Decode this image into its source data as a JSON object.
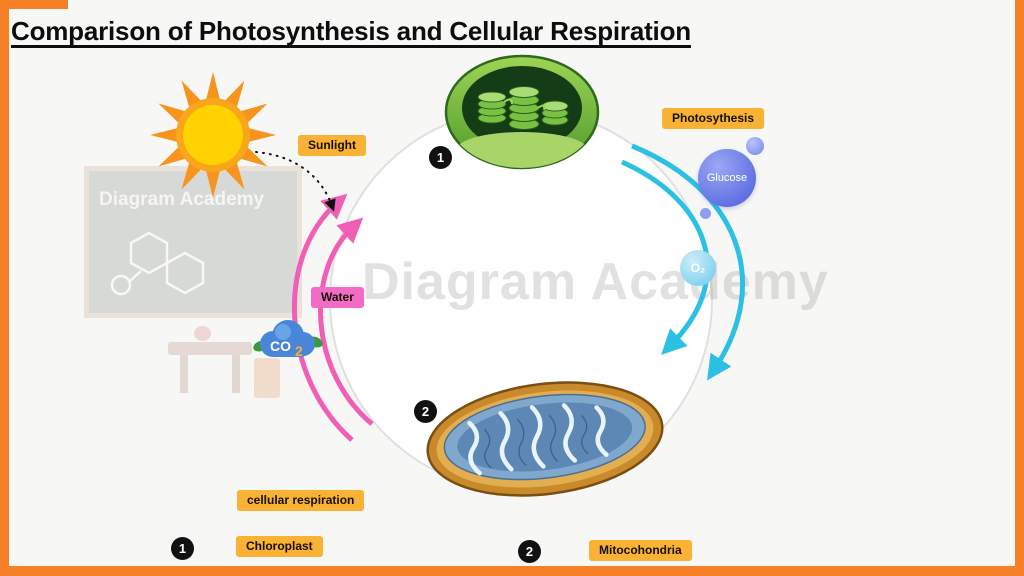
{
  "page": {
    "title": "Comparison of Photosynthesis and Cellular Respiration"
  },
  "watermark": {
    "main": "Diagram Academy",
    "board": "Diagram Academy"
  },
  "process_labels": {
    "photosynthesis": "Photosythesis",
    "cellular_respiration": "cellular respiration"
  },
  "molecule_labels": {
    "sunlight": "Sunlight",
    "glucose": "Glucose",
    "oxygen": "O₂",
    "co2_main": "CO",
    "co2_sub": "2",
    "water": "Water"
  },
  "markers": {
    "chloroplast_number": "1",
    "mitochondria_number": "2"
  },
  "legend": {
    "item1": {
      "number": "1",
      "label": "Chloroplast"
    },
    "item2": {
      "number": "2",
      "label": "Mitocohondria"
    }
  },
  "colors": {
    "frame": "#F58025",
    "label_bg": "#F9B233",
    "water_label_bg": "#F26BC4",
    "photosynthesis_arrow": "#2BC0E4",
    "respiration_arrow": "#F05FB5",
    "glucose_bubble": "#6F7FE8",
    "oxygen_bubble": "#8ED8F0",
    "badge_bg": "#111111"
  }
}
